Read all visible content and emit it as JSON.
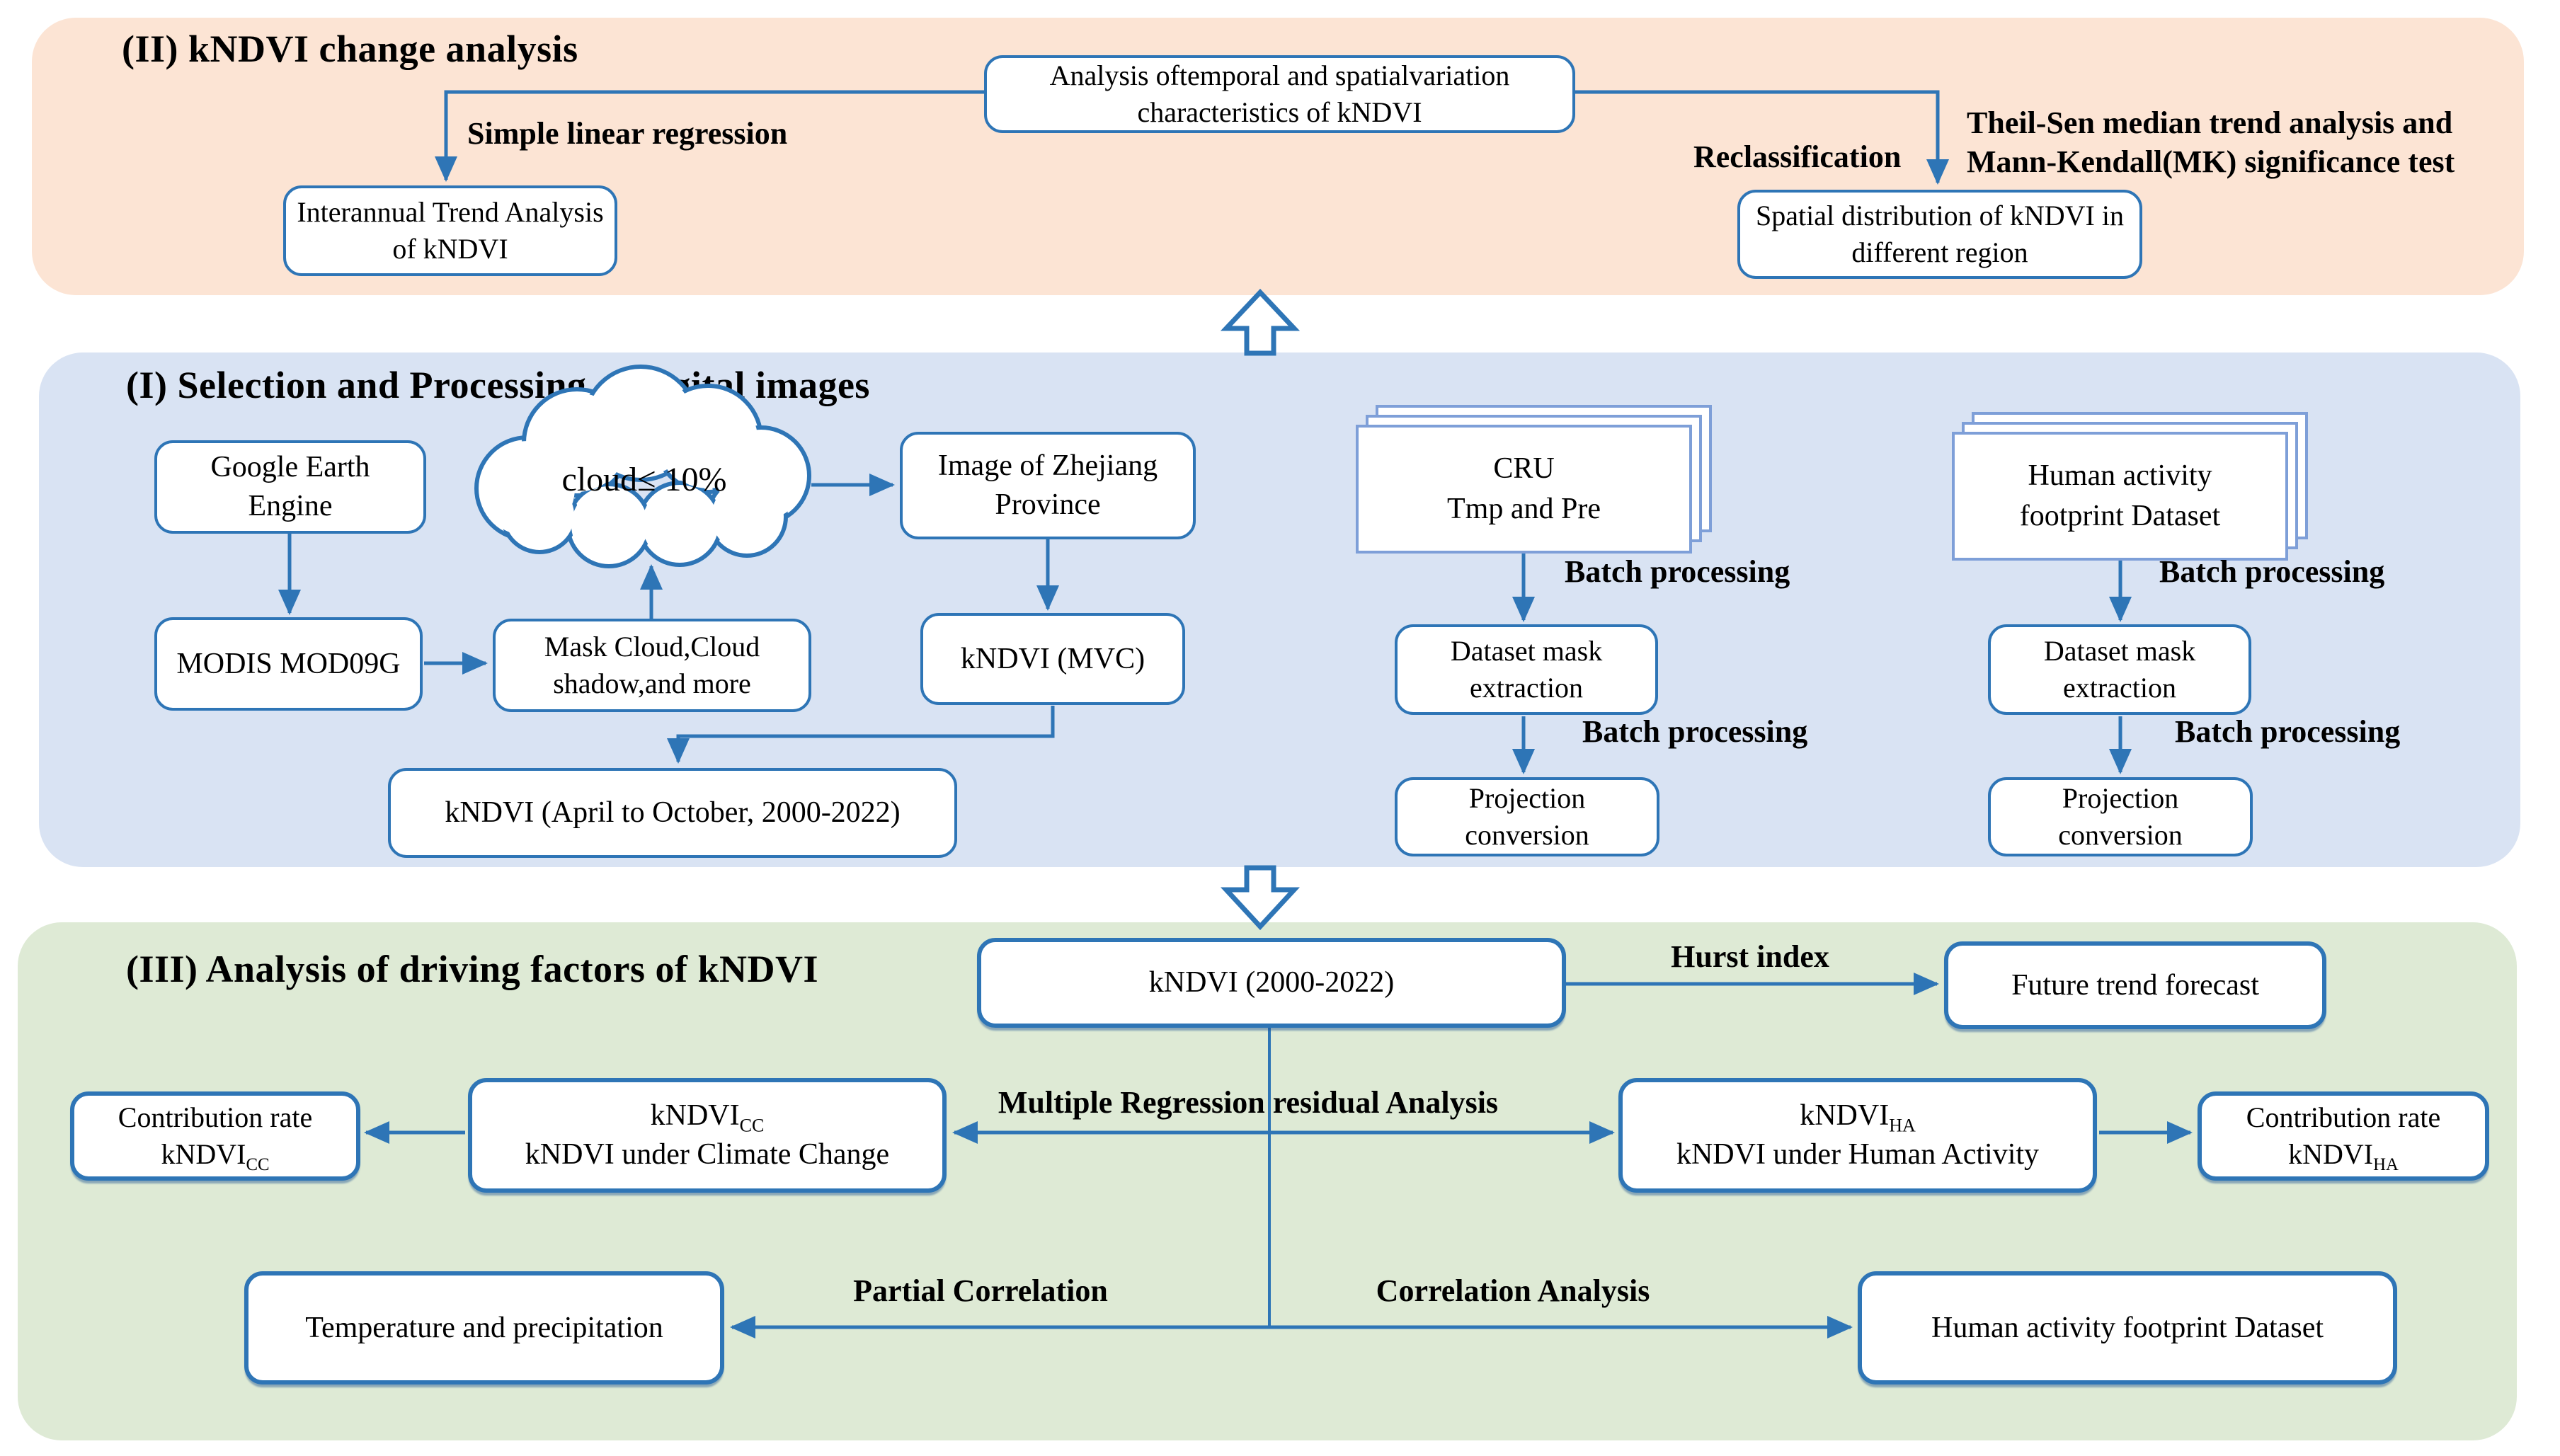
{
  "colors": {
    "accent_blue": "#2e75b6",
    "sheet_blue": "#7e9fd8",
    "section2_bg": "#fce4d4",
    "section1_bg": "#d9e3f3",
    "section3_bg": "#deead5",
    "box_bg": "#ffffff",
    "text": "#000000"
  },
  "s2": {
    "title": "(II) kNDVI change analysis",
    "center_box": "Analysis oftemporal and spatialvariation characteristics of kNDVI",
    "label_left": "Simple linear regression",
    "box_left": "Interannual Trend Analysis of  kNDVI",
    "label_reclass": "Reclassification",
    "label_theil_1": "Theil-Sen median trend analysis and",
    "label_theil_2": "Mann-Kendall(MK) significance test",
    "box_right": "Spatial distribution of kNDVI in different region"
  },
  "s1": {
    "title": "(I) Selection and Processing of digital images",
    "gee_box": "Google Earth Engine",
    "cloud_text": "cloud≤ 10%",
    "zhejiang_box": "Image of Zhejiang Province",
    "modis_box": "MODIS MOD09G",
    "mask_box": "Mask Cloud,Cloud shadow,and more",
    "mvc_box": "kNDVI  (MVC)",
    "april_box": "kNDVI  (April to October, 2000-2022)",
    "cru": {
      "line1": "CRU",
      "line2": "Tmp and Pre",
      "batch1": "Batch processing",
      "mask_box": "Dataset mask extraction",
      "batch2": "Batch processing",
      "proj_box": "Projection conversion"
    },
    "ha": {
      "stack": "Human activity footprint Dataset",
      "batch1": "Batch processing",
      "mask_box": "Dataset mask extraction",
      "batch2": "Batch processing",
      "proj_box": "Projection conversion"
    }
  },
  "s3": {
    "title": "(III) Analysis of driving factors of  kNDVI",
    "kndvi_box": "kNDVI  (2000-2022)",
    "hurst_label": "Hurst index",
    "future_box": "Future trend forecast",
    "mrra_label": "Multiple Regression residual Analysis",
    "cc_box": {
      "base": "kNDVI",
      "sub": "CC",
      "line2": "kNDVI under Climate Change"
    },
    "cc_contrib": {
      "line1": "Contribution rate",
      "base": "kNDVI",
      "sub": "CC"
    },
    "ha_box": {
      "base": "kNDVI",
      "sub": "HA",
      "line2": "kNDVI under Human Activity"
    },
    "ha_contrib": {
      "line1": "Contribution rate",
      "base": "kNDVI",
      "sub": "HA"
    },
    "partial_label": "Partial Correlation",
    "corr_label": "Correlation Analysis",
    "temp_box": "Temperature and precipitation",
    "human_box": "Human activity footprint Dataset"
  }
}
